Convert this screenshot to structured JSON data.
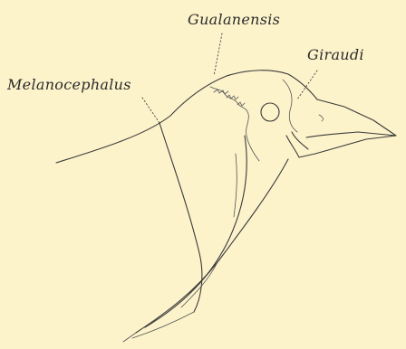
{
  "labels": {
    "gualanensis": "Gualanensis",
    "giraudi": "Giraudi",
    "melanocephalus": "Melanocephalus"
  }
}
